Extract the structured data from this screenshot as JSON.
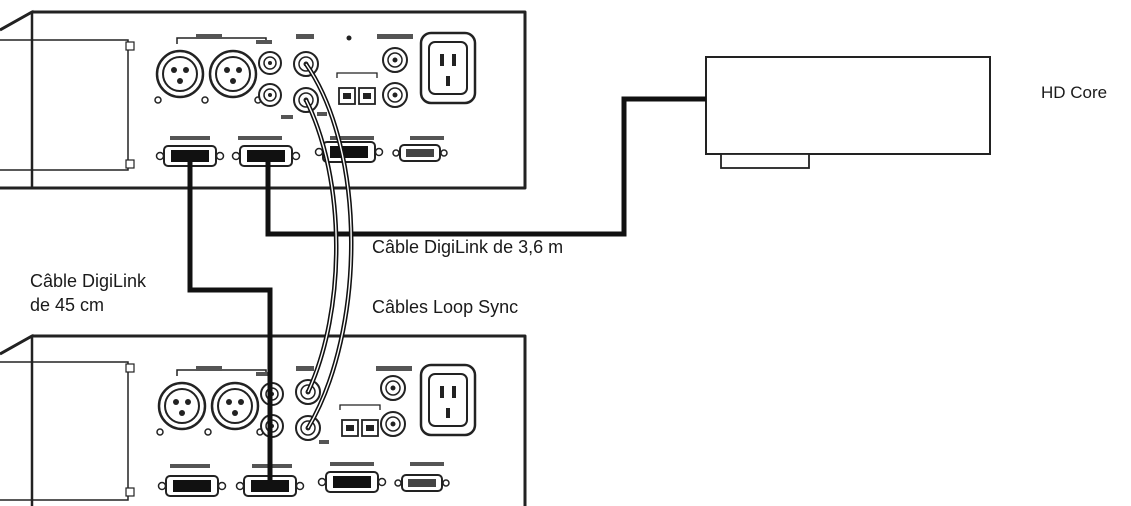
{
  "labels": {
    "core": "HD Core",
    "cable_long": "Câble DigiLink de 3,6 m",
    "cable_short_line1": "Câble DigiLink",
    "cable_short_line2": "de 45 cm",
    "loop_sync": "Câbles Loop Sync"
  }
}
